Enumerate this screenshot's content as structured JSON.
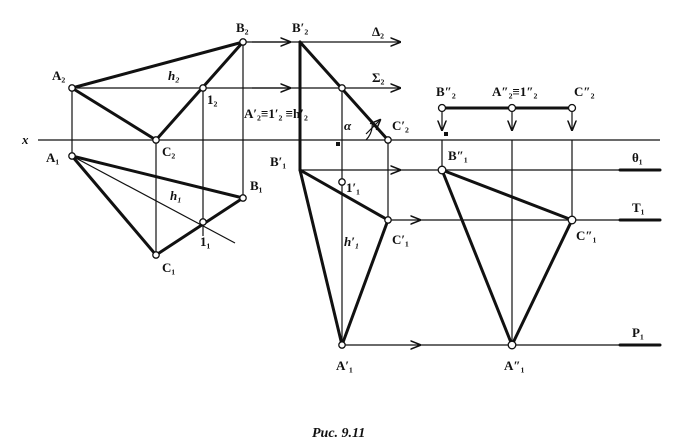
{
  "labels": {
    "x_axis": "x",
    "A2": "A₂",
    "B2": "B₂",
    "C2": "C₂",
    "h2": "h₂",
    "one2": "1₂",
    "A1": "A₁",
    "B1": "B₁",
    "C1": "C₁",
    "h1": "h₁",
    "one1": "1₁",
    "Bp2": "B′₂",
    "Delta2": "Δ₂",
    "Sigma2": "Σ₂",
    "Ap2eq": "A′₂≡1′₂ ≡h′₂",
    "alpha": "α",
    "Cp2": "C′₂",
    "Bp1": "B′₁",
    "onep1": "1′₁",
    "hp1": "h′₁",
    "Cp1": "C′₁",
    "Ap1": "A′₁",
    "Bpp2": "B″₂",
    "App2eq": "A″₂≡1″₂",
    "Cpp2": "C″₂",
    "Bpp1": "B″₁",
    "Cpp1": "C″₁",
    "App1": "A″₁",
    "theta1": "θ₁",
    "T1": "T₁",
    "P1": "P₁"
  },
  "caption": "Рис. 9.11"
}
